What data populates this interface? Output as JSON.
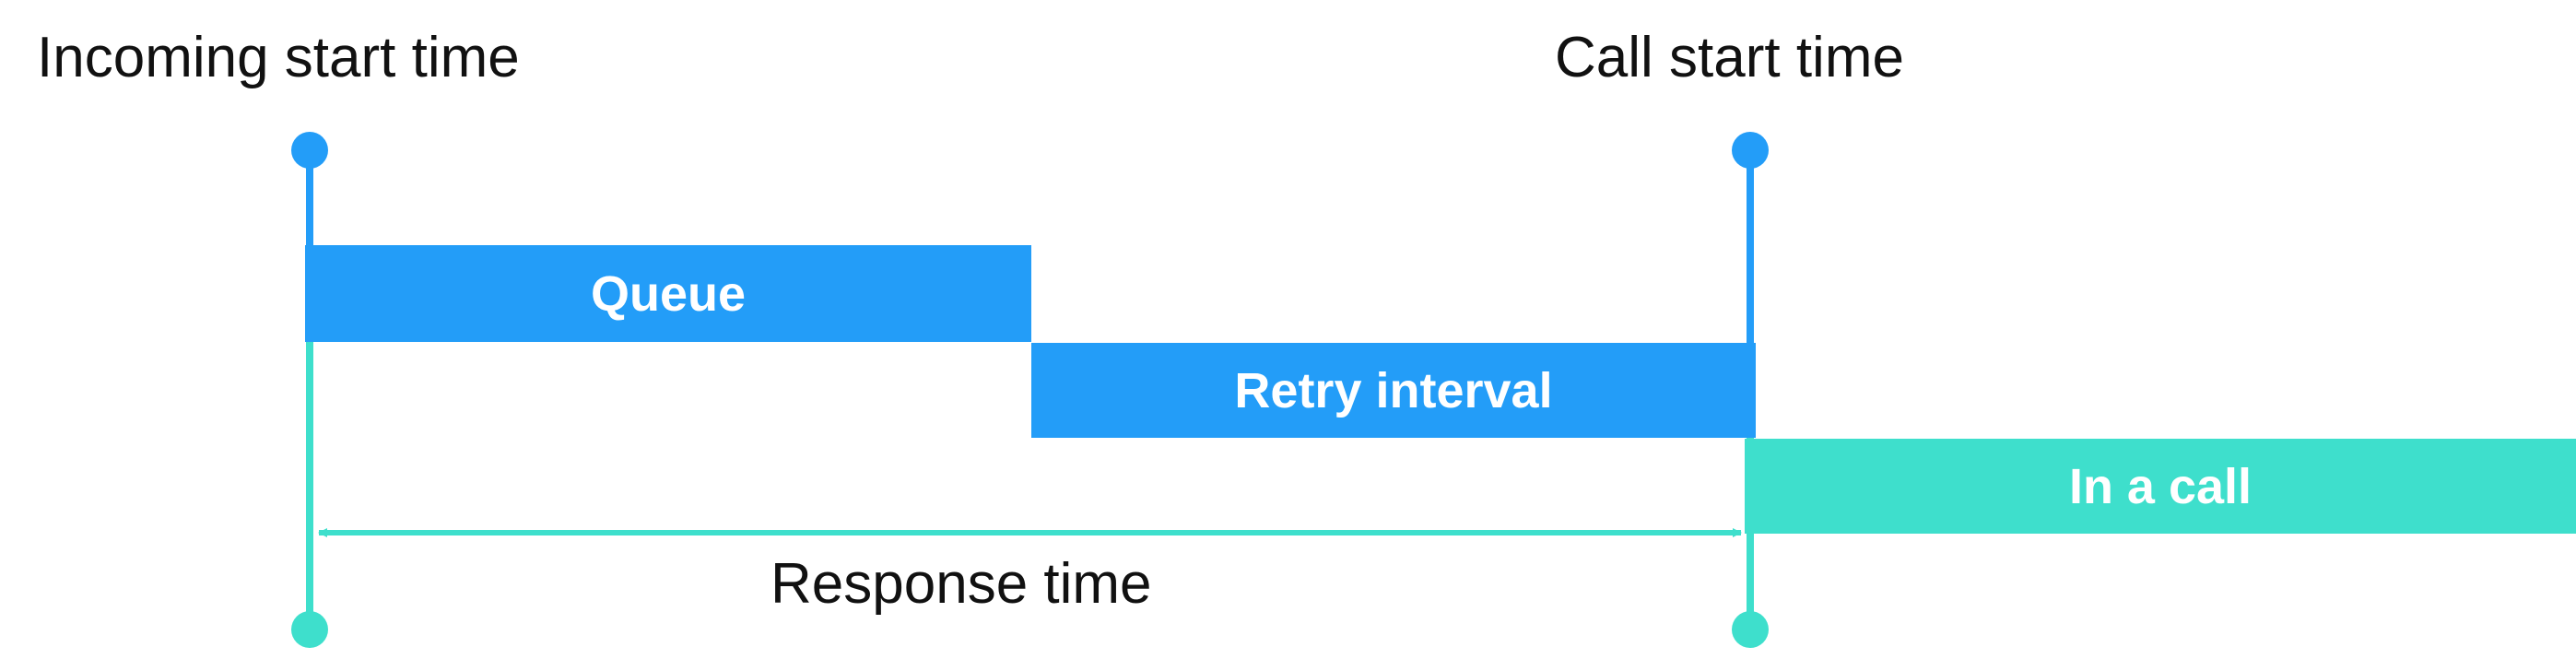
{
  "labels": {
    "incoming_start": "Incoming start time",
    "call_start": "Call start time",
    "response_time": "Response time"
  },
  "segments": {
    "queue": "Queue",
    "retry_interval": "Retry interval",
    "in_a_call": "In a call"
  },
  "colors": {
    "blue": "#239df8",
    "teal": "#3edfcc",
    "text": "#111111",
    "bar_text": "#ffffff"
  }
}
